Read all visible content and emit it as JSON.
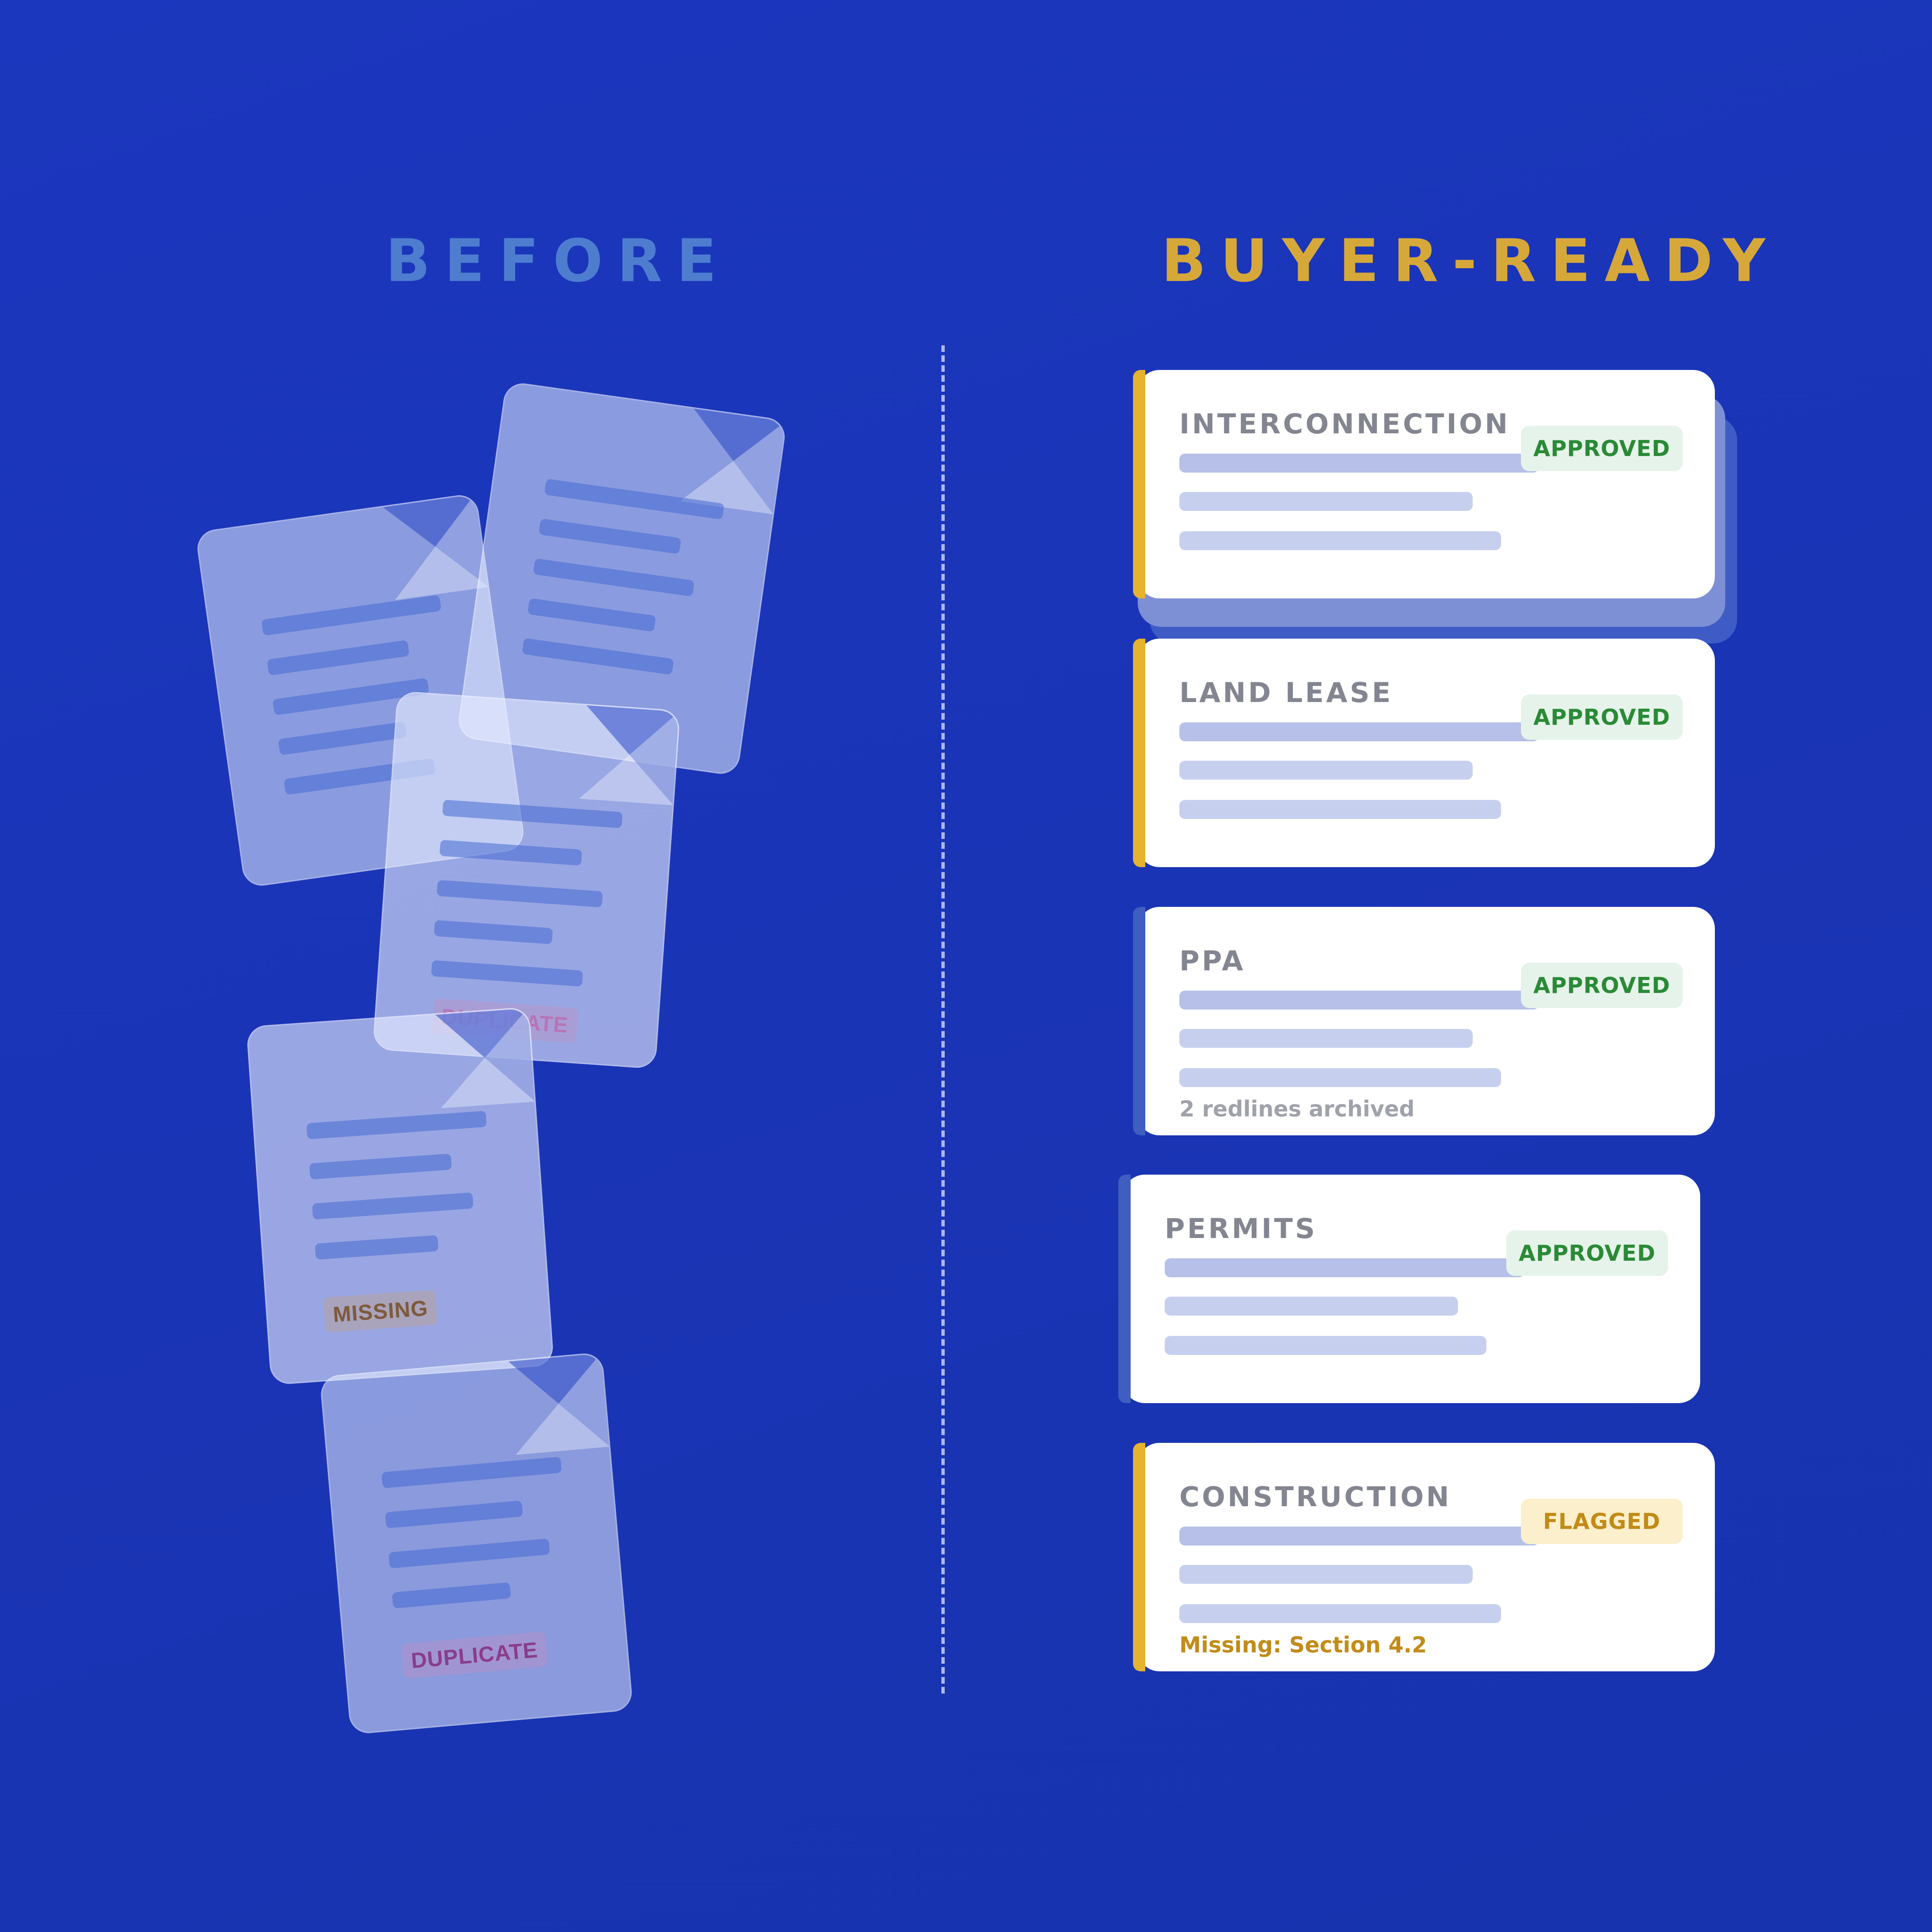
{
  "headings": {
    "before": "BEFORE",
    "after": "BUYER-READY"
  },
  "colors": {
    "background": "#1a34b6",
    "before_heading": "#4e7dd0",
    "after_heading": "#d6a83a",
    "approved_text": "#2a8a36",
    "flagged_text": "#c18b17",
    "accent_gold": "#e4b32f",
    "accent_blue": "#3f5ec0"
  },
  "before_docs": {
    "duplicate_label_1": "DUPLICATE",
    "missing_label": "MISSING",
    "duplicate_label_2": "DUPLICATE"
  },
  "cards": [
    {
      "title": "INTERCONNECTION",
      "status": "APPROVED",
      "note": ""
    },
    {
      "title": "LAND LEASE",
      "status": "APPROVED",
      "note": ""
    },
    {
      "title": "PPA",
      "status": "APPROVED",
      "note": "2 redlines archived"
    },
    {
      "title": "PERMITS",
      "status": "APPROVED",
      "note": ""
    },
    {
      "title": "CONSTRUCTION",
      "status": "FLAGGED",
      "note": "Missing: Section 4.2"
    }
  ]
}
